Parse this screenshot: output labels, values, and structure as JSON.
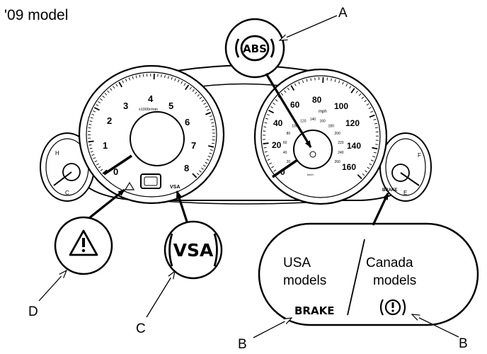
{
  "title": "'09 model",
  "callouts": {
    "a": "A",
    "b_left": "B",
    "b_right": "B",
    "c": "C",
    "d": "D"
  },
  "indicators": {
    "abs": "ABS",
    "vsa": "VSA",
    "brake": "BRAKE",
    "vsa_small": "VSA",
    "brake_small": "BRAKE"
  },
  "tachometer": {
    "ticks": [
      "0",
      "1",
      "2",
      "3",
      "4",
      "5",
      "6",
      "7",
      "8"
    ],
    "unit": "x1000r/min"
  },
  "speedometer": {
    "mph_ticks": [
      "0",
      "20",
      "40",
      "60",
      "80",
      "100",
      "120",
      "140",
      "160"
    ],
    "kmh_ticks": [
      "20",
      "40",
      "60",
      "80",
      "100",
      "120",
      "140",
      "160",
      "180",
      "200",
      "220",
      "240",
      "260"
    ],
    "unit": "mph",
    "kmh_unit": "km/h"
  },
  "temp_gauge": {
    "hot": "H",
    "cold": "C"
  },
  "fuel_gauge": {
    "full": "F",
    "empty": "E"
  },
  "inset": {
    "usa_label": "USA models",
    "canada_label": "Canada models",
    "usa_line1": "USA",
    "usa_line2": "models",
    "canada_line1": "Canada",
    "canada_line2": "models"
  },
  "icons": [
    "abs-icon",
    "vsa-icon",
    "warning-triangle-icon",
    "parking-brake-icon"
  ]
}
